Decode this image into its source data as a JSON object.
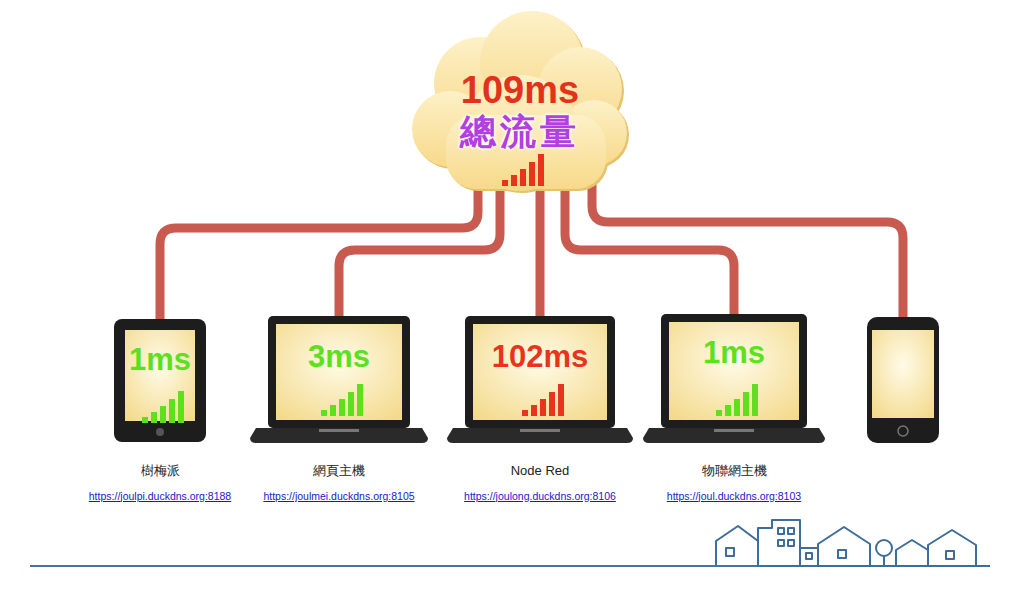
{
  "diagram": {
    "nodes": [
      {
        "text": [
          "109ms",
          "總流量"
        ]
      },
      {
        "text": [
          "1ms",
          "樹梅派",
          "https://joulpi.duckdns.org:8188"
        ]
      },
      {
        "text": [
          "3ms",
          "網頁主機",
          "https://joulmei.duckdns.org:8105"
        ]
      },
      {
        "text": [
          "102ms",
          "Node Red",
          "https://joulong.duckdns.org:8106"
        ]
      },
      {
        "text": [
          "1ms",
          "物聯網主機",
          "https://joul.duckdns.org:8103"
        ]
      },
      {
        "text": []
      }
    ],
    "edges": [
      {
        "from": 0,
        "to": 1,
        "arrow": "none"
      },
      {
        "from": 0,
        "to": 2,
        "arrow": "none"
      },
      {
        "from": 0,
        "to": 3,
        "arrow": "none"
      },
      {
        "from": 0,
        "to": 4,
        "arrow": "none"
      },
      {
        "from": 0,
        "to": 5,
        "arrow": "none"
      }
    ]
  }
}
